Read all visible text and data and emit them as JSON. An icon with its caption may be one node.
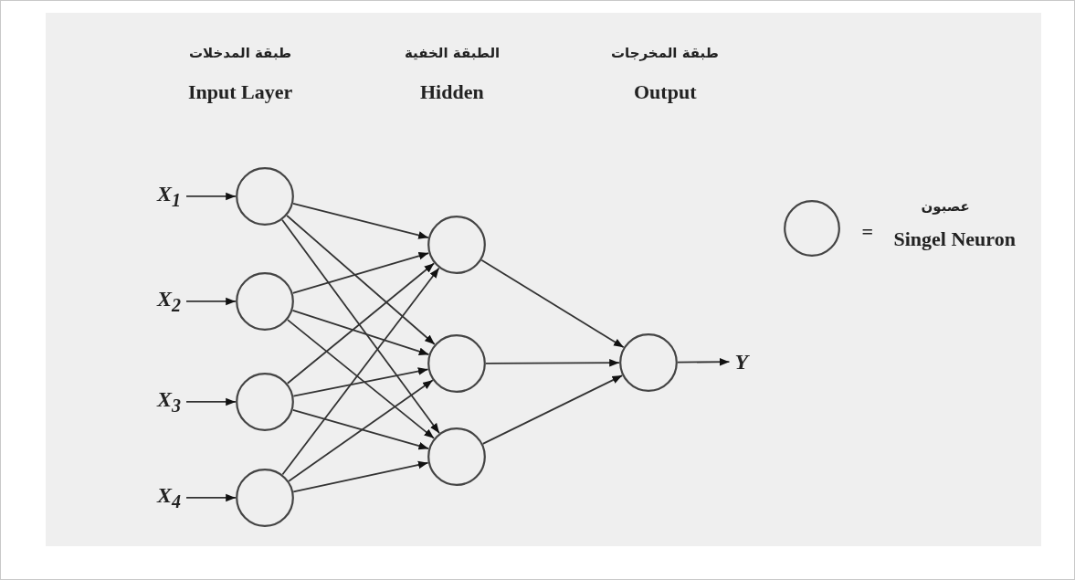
{
  "diagram": {
    "nodes": [
      {
        "text": [
          "X$_{1}$"
        ]
      },
      {
        "text": [
          "X$_{2}$"
        ]
      },
      {
        "text": [
          "X$_{3}$"
        ]
      },
      {
        "text": [
          "X$_{4}$"
        ]
      },
      {
        "text": [],
        "shape": "circle"
      },
      {
        "text": [],
        "shape": "circle"
      },
      {
        "text": [],
        "shape": "circle"
      },
      {
        "text": [],
        "shape": "circle"
      },
      {
        "text": [],
        "shape": "circle"
      },
      {
        "text": [],
        "shape": "circle"
      },
      {
        "text": [],
        "shape": "circle"
      },
      {
        "text": [],
        "shape": "circle"
      },
      {
        "text": [
          "Y"
        ]
      },
      {
        "text": [],
        "shape": "circle"
      }
    ],
    "edges": [
      {
        "from": 0,
        "to": 4,
        "arrow": "to"
      },
      {
        "from": 1,
        "to": 5,
        "arrow": "to"
      },
      {
        "from": 2,
        "to": 6,
        "arrow": "to"
      },
      {
        "from": 3,
        "to": 7,
        "arrow": "to"
      },
      {
        "from": 4,
        "to": 8,
        "arrow": "to"
      },
      {
        "from": 4,
        "to": 9,
        "arrow": "to"
      },
      {
        "from": 4,
        "to": 10,
        "arrow": "to"
      },
      {
        "from": 5,
        "to": 8,
        "arrow": "to"
      },
      {
        "from": 5,
        "to": 9,
        "arrow": "to"
      },
      {
        "from": 5,
        "to": 10,
        "arrow": "to"
      },
      {
        "from": 6,
        "to": 8,
        "arrow": "to"
      },
      {
        "from": 6,
        "to": 9,
        "arrow": "to"
      },
      {
        "from": 6,
        "to": 10,
        "arrow": "to"
      },
      {
        "from": 7,
        "to": 8,
        "arrow": "to"
      },
      {
        "from": 7,
        "to": 9,
        "arrow": "to"
      },
      {
        "from": 7,
        "to": 10,
        "arrow": "to"
      },
      {
        "from": 8,
        "to": 11,
        "arrow": "to"
      },
      {
        "from": 9,
        "to": 11,
        "arrow": "to"
      },
      {
        "from": 10,
        "to": 11,
        "arrow": "to"
      },
      {
        "from": 11,
        "to": 12,
        "arrow": "to"
      }
    ],
    "labels": [
      "طبقة المدخلات",
      "الطبقة الخفية",
      "طبقة المخرجات",
      "Input Layer",
      "Hidden",
      "Output",
      "عصبون",
      "=",
      "Singel Neuron"
    ]
  }
}
